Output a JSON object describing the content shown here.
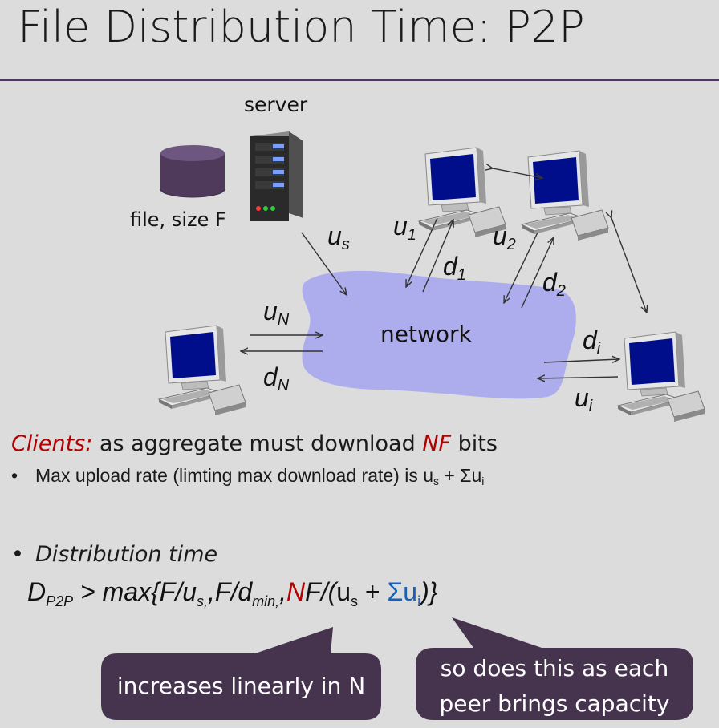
{
  "title": "File Distribution Time: P2P",
  "diagram": {
    "server_label": "server",
    "file_label": "file, size F",
    "network_label": "network",
    "us": {
      "base": "u",
      "sub": "s"
    },
    "u1": {
      "base": "u",
      "sub": "1"
    },
    "d1": {
      "base": "d",
      "sub": "1"
    },
    "u2": {
      "base": "u",
      "sub": "2"
    },
    "d2": {
      "base": "d",
      "sub": "2"
    },
    "uN": {
      "base": "u",
      "sub": "N"
    },
    "dN": {
      "base": "d",
      "sub": "N"
    },
    "di": {
      "base": "d",
      "sub": "i"
    },
    "ui": {
      "base": "u",
      "sub": "i"
    }
  },
  "clients": {
    "prefix": "Clients:",
    "middle": " as aggregate must download ",
    "nf": "NF",
    "suffix": " bits"
  },
  "bullet1": {
    "text": "Max upload rate (limting max download rate) is u",
    "sub_s": "s",
    "plus": " + Σu",
    "sub_i": "i"
  },
  "bullet2": "Distribution time",
  "formula": {
    "d": "D",
    "d_sub": "P2P",
    "part1": " > max{F/u",
    "s_sub": "s,",
    "part2": ",F/d",
    "min_sub": "min,",
    "comma": ",",
    "n": "N",
    "part3": "F/(",
    "u": "u",
    "u_sub": "s",
    "plus": " + ",
    "sigma_u": "Σu",
    "i_sub": "i",
    "close": ")}"
  },
  "bubbles": {
    "left": "increases linearly in N",
    "right_line1": "so does this as each",
    "right_line2": "peer brings capacity"
  },
  "colors": {
    "accent_red": "#b00000",
    "accent_blue": "#1a5fb4",
    "bubble": "#46344f",
    "network": "#a8a8ee",
    "rule": "#4a3a55"
  }
}
